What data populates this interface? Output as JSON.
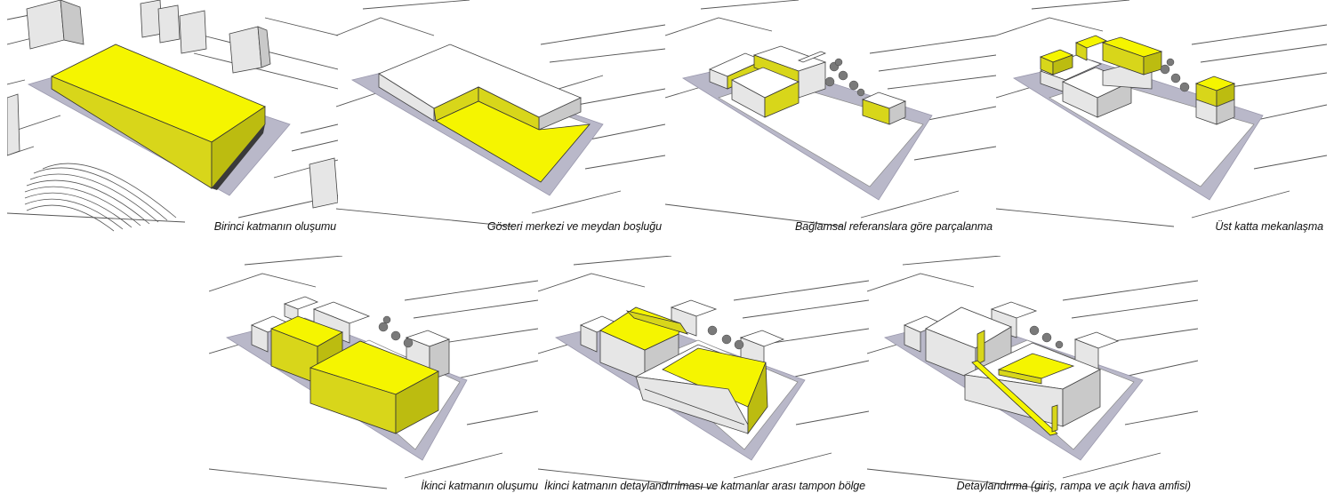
{
  "colors": {
    "highlight": "#f5f500",
    "site": "#b9b8c9",
    "background": "#ffffff"
  },
  "panels": [
    {
      "caption": "Birinci katmanın oluşumu"
    },
    {
      "caption": "Gösteri merkezi ve meydan boşluğu"
    },
    {
      "caption": "Bağlamsal referanslara göre parçalanma"
    },
    {
      "caption": "Üst katta mekanlaşma"
    },
    {
      "caption": "İkinci katmanın oluşumu"
    },
    {
      "caption": "İkinci katmanın detaylandırılması ve katmanlar arası tampon bölge"
    },
    {
      "caption": "Detaylandırma (giriş, rampa ve açık hava amfisi)"
    }
  ]
}
